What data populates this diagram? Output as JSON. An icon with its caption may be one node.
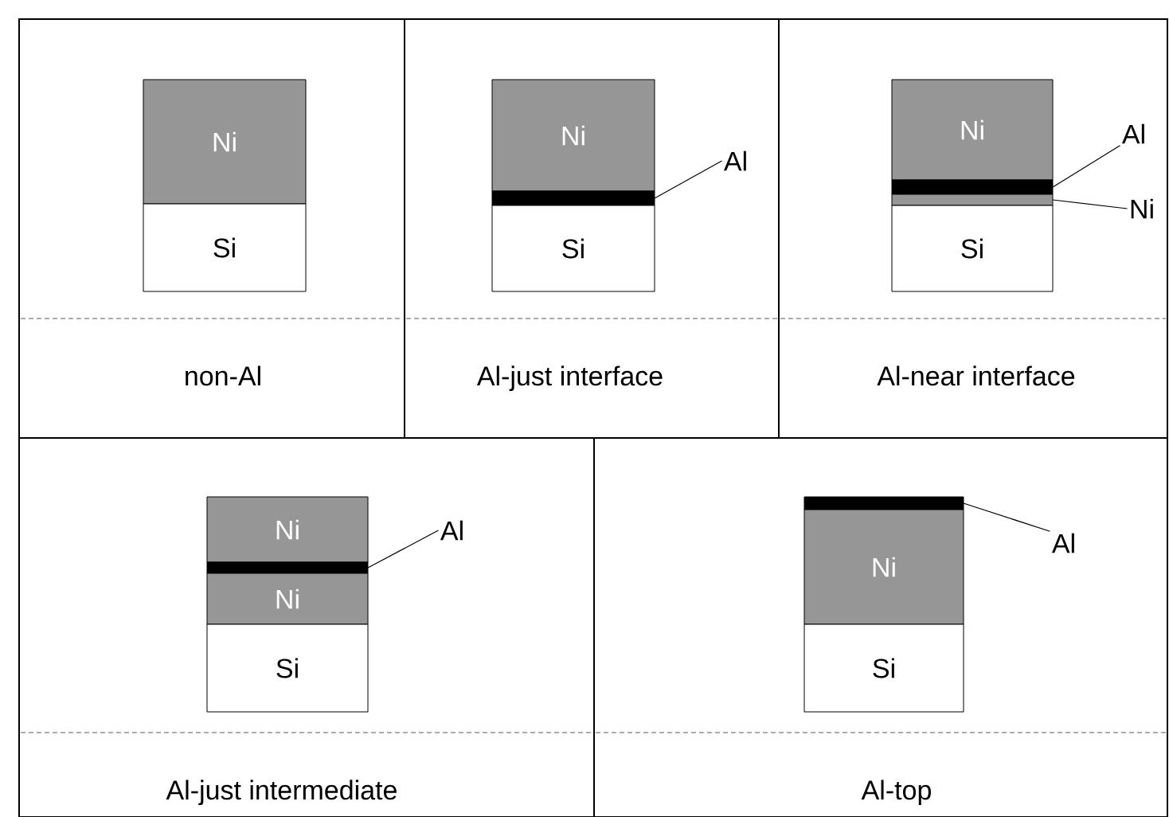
{
  "diagram": {
    "nodes": [
      {
        "text": [
          "non-Al"
        ]
      },
      {
        "text": [
          "Ni"
        ],
        "in": 0
      },
      {
        "text": [
          "Si"
        ],
        "in": 0
      },
      {
        "text": [
          "Al-just interface"
        ]
      },
      {
        "text": [
          "Ni"
        ],
        "in": 3
      },
      {
        "text": [],
        "shape": "bar",
        "in": 3
      },
      {
        "text": [
          "Si"
        ],
        "in": 3
      },
      {
        "text": [
          "Al"
        ],
        "in": 3
      },
      {
        "text": [
          "Al-near interface"
        ]
      },
      {
        "text": [
          "Ni"
        ],
        "in": 8
      },
      {
        "text": [],
        "shape": "bar",
        "in": 8
      },
      {
        "text": [],
        "shape": "bar",
        "in": 8
      },
      {
        "text": [
          "Si"
        ],
        "in": 8
      },
      {
        "text": [
          "Al"
        ],
        "in": 8
      },
      {
        "text": [
          "Ni"
        ],
        "in": 8
      },
      {
        "text": [
          "Al-just intermediate"
        ]
      },
      {
        "text": [
          "Ni"
        ],
        "in": 15
      },
      {
        "text": [],
        "shape": "bar",
        "in": 15
      },
      {
        "text": [
          "Ni"
        ],
        "in": 15
      },
      {
        "text": [
          "Si"
        ],
        "in": 15
      },
      {
        "text": [
          "Al"
        ],
        "in": 15
      },
      {
        "text": [
          "Al-top"
        ]
      },
      {
        "text": [],
        "shape": "bar",
        "in": 21
      },
      {
        "text": [
          "Ni"
        ],
        "in": 21
      },
      {
        "text": [
          "Si"
        ],
        "in": 21
      },
      {
        "text": [
          "Al"
        ],
        "in": 21
      }
    ],
    "edges": [
      {
        "from": 7,
        "to": 5,
        "arrow": "none"
      },
      {
        "from": 13,
        "to": 10,
        "arrow": "none"
      },
      {
        "from": 14,
        "to": 11,
        "arrow": "none"
      },
      {
        "from": 20,
        "to": 17,
        "arrow": "none"
      },
      {
        "from": 25,
        "to": 22,
        "arrow": "none"
      }
    ]
  }
}
